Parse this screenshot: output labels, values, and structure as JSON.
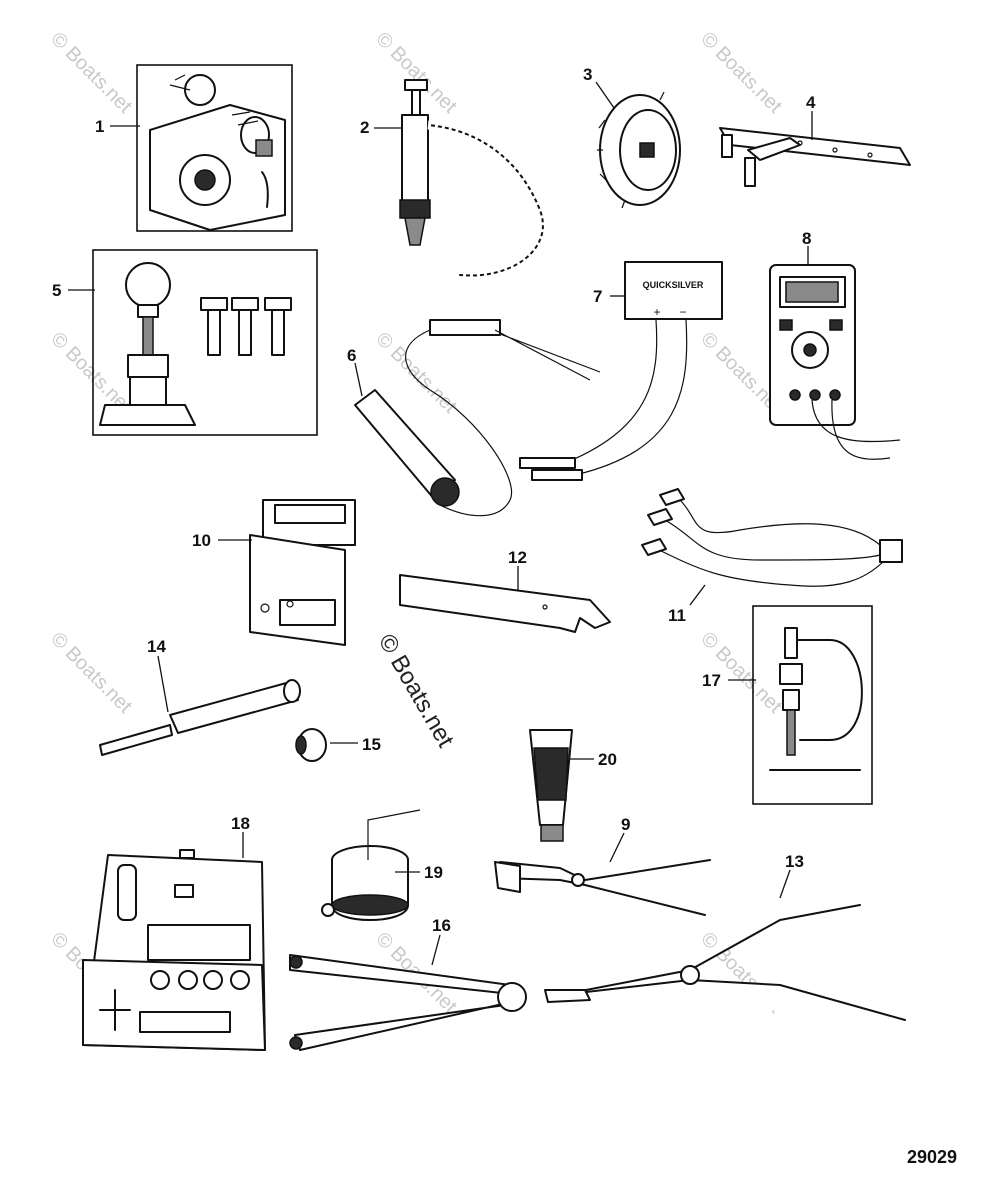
{
  "figure_number": "29029",
  "watermark": "© Boats.net",
  "callouts": [
    "1",
    "2",
    "3",
    "4",
    "5",
    "6",
    "7",
    "8",
    "9",
    "10",
    "11",
    "12",
    "13",
    "14",
    "15",
    "16",
    "17",
    "18",
    "19",
    "20"
  ],
  "labels": {
    "meter_brand": "QUICKSILVER",
    "plus": "+",
    "minus": "−"
  },
  "colors": {
    "line": "#111111",
    "watermark": "#c9c9c9",
    "background": "#ffffff"
  }
}
